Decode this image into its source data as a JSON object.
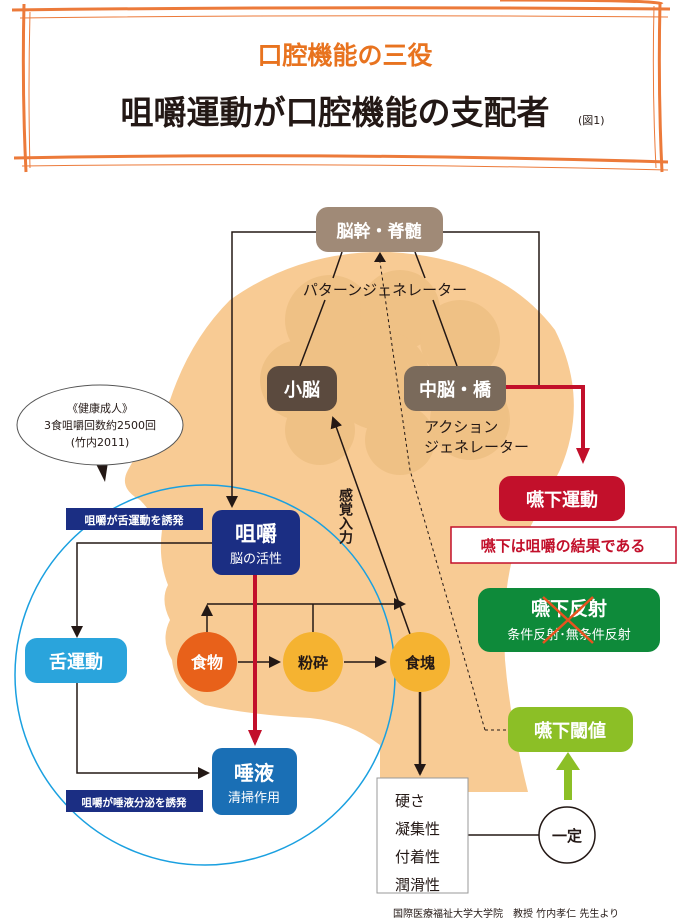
{
  "header": {
    "subtitle": "口腔機能の三役",
    "title": "咀嚼運動が口腔機能の支配者",
    "figure_ref": "(図1)"
  },
  "nodes": {
    "brainstem": "脳幹・脊髄",
    "pattern_generator": "パターンジェネレーター",
    "cerebellum": "小脳",
    "midbrain": "中脳・橋",
    "action_generator_1": "アクション",
    "action_generator_2": "ジェネレーター",
    "sensory_input": "感覚入力",
    "swallow_motion": "嚥下運動",
    "swallow_result": "嚥下は咀嚼の結果である",
    "swallow_reflex": "嚥下反射",
    "swallow_reflex_sub": "条件反射･無条件反射",
    "swallow_threshold": "嚥下閾値",
    "constant": "一定",
    "chewing": "咀嚼",
    "chewing_sub": "脳の活性",
    "tongue": "舌運動",
    "saliva": "唾液",
    "saliva_sub": "清掃作用",
    "food": "食物",
    "crush": "粉砕",
    "bolus": "食塊",
    "chew_induces_tongue": "咀嚼が舌運動を誘発",
    "chew_induces_saliva": "咀嚼が唾液分泌を誘発"
  },
  "bolus_properties": [
    "硬さ",
    "凝集性",
    "付着性",
    "潤滑性"
  ],
  "bubble": {
    "line1": "《健康成人》",
    "line2": "3食咀嚼回数約2500回",
    "line3": "(竹内2011)"
  },
  "footer": {
    "credit": "国際医療福祉大学大学院　教授 竹内孝仁 先生より"
  },
  "colors": {
    "frame": "#ec7a3a",
    "subtitle": "#e8731f",
    "head": "#f8cb94",
    "brainstem": "#a08a77",
    "cerebellum": "#5b4a3e",
    "midbrain": "#7a6a5b",
    "red": "#c2102b",
    "green": "#0e8a3a",
    "lime": "#8cbf26",
    "navy": "#1b2e83",
    "sky": "#2aa4dc",
    "blue": "#1a6fb5",
    "orange": "#e8611a",
    "yellow": "#f5b331"
  }
}
